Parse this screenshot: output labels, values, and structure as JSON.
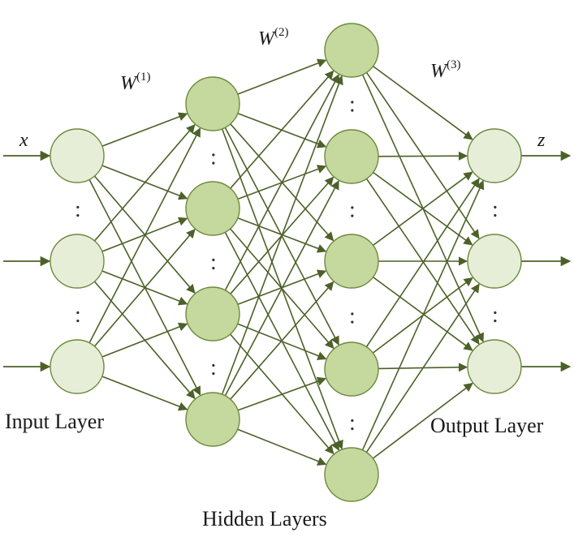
{
  "labels": {
    "input_layer": "Input Layer",
    "hidden_layers": "Hidden Layers",
    "output_layer": "Output Layer",
    "input_var": "x",
    "output_var": "z",
    "w1": "W",
    "w1_sup": "(1)",
    "w2": "W",
    "w2_sup": "(2)",
    "w3": "W",
    "w3_sup": "(3)",
    "ellipsis": ":"
  },
  "colors": {
    "edge": "#4c6128",
    "node_light_fill": "#e6eed8",
    "node_hidden_fill": "#c5d89e",
    "node_stroke": "#6e8a3d"
  },
  "layers": [
    {
      "name": "input",
      "nodes": 3
    },
    {
      "name": "hidden-1",
      "nodes": 4
    },
    {
      "name": "hidden-2",
      "nodes": 5
    },
    {
      "name": "output",
      "nodes": 3
    }
  ]
}
